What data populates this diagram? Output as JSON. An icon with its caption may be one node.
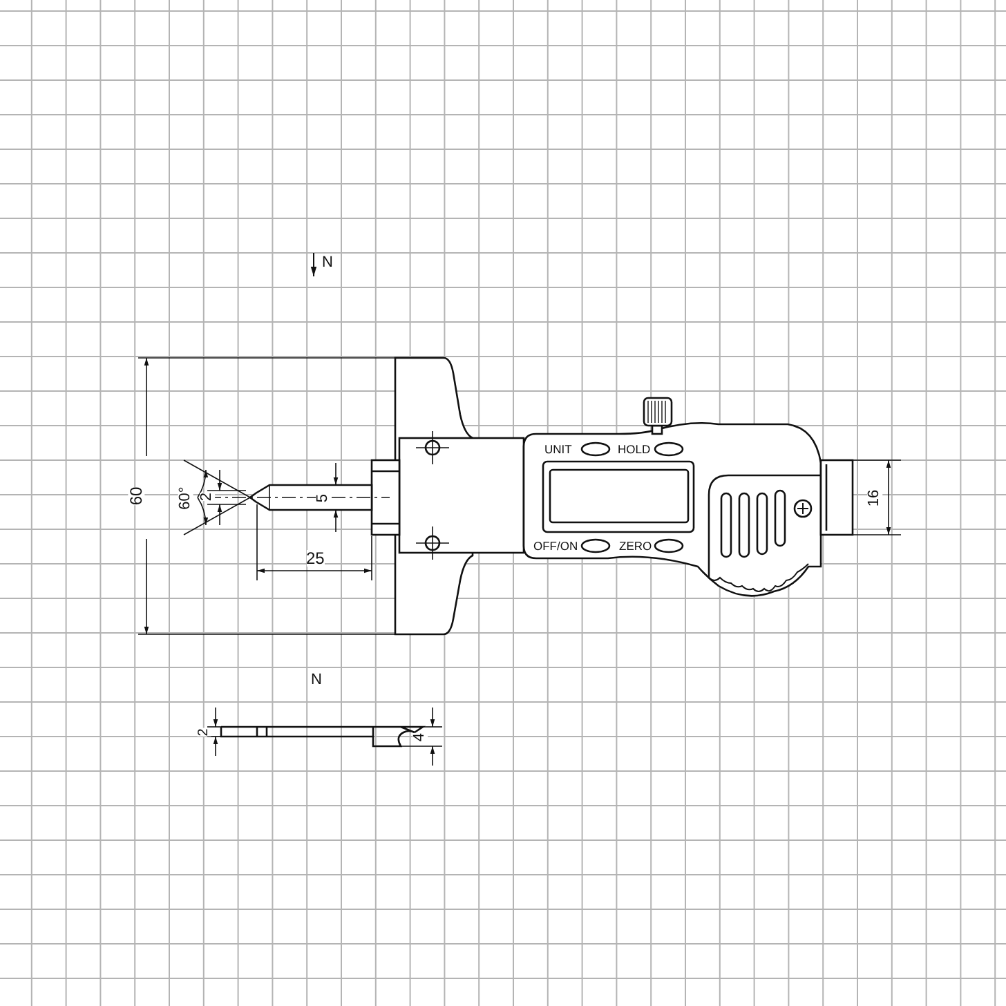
{
  "diagram": {
    "labels": [
      "N",
      "UNIT",
      "HOLD",
      "60°",
      "2",
      "60",
      "5",
      "16",
      "OFF/ON",
      "ZERO",
      "25",
      "N",
      "2",
      "4"
    ]
  }
}
